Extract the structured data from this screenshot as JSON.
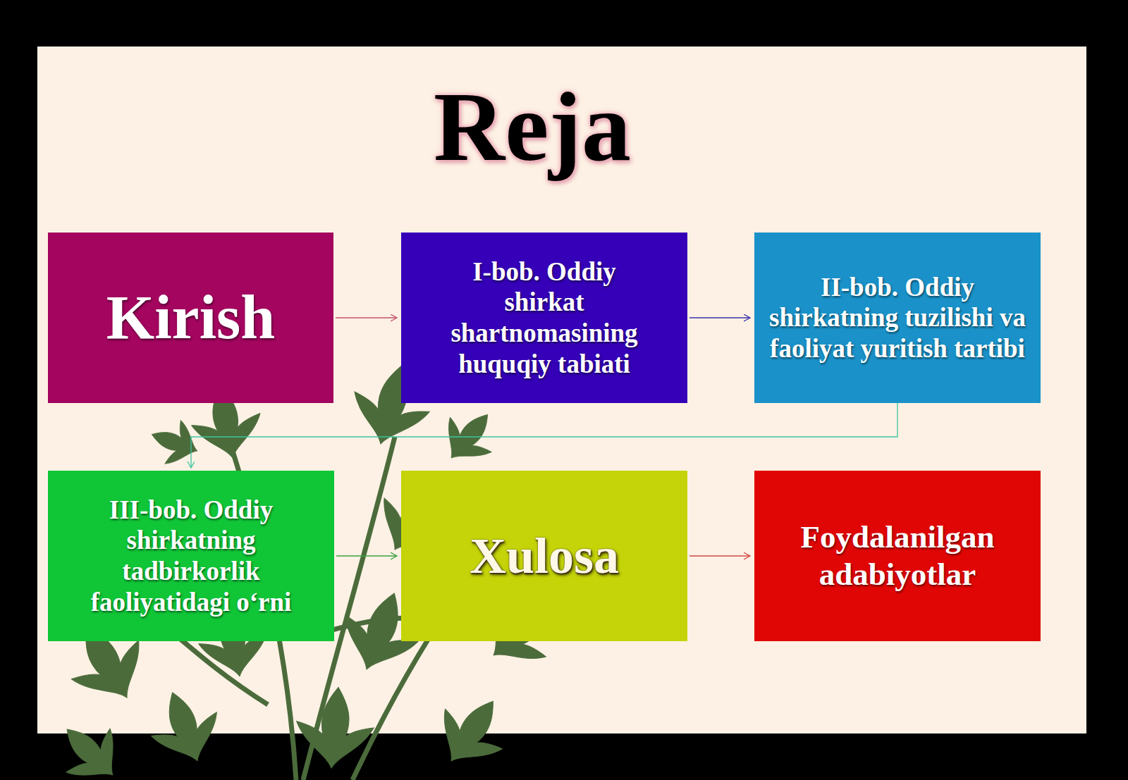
{
  "diagram": {
    "title": "Reja",
    "nodes": [
      {
        "text": [
          "Kirish"
        ]
      },
      {
        "text": [
          "I-bob. Oddiy shirkat shartnomasining huquqiy tabiati"
        ]
      },
      {
        "text": [
          "II-bob. Oddiy shirkatning tuzilishi va faoliyat yuritish tartibi"
        ]
      },
      {
        "text": [
          "III-bob. Oddiy shirkatning tadbirkorlik faoliyatidagi o‘rni"
        ]
      },
      {
        "text": [
          "Xulosa"
        ]
      },
      {
        "text": [
          "Foydalanilgan adabiyotlar"
        ]
      }
    ],
    "edges": [
      {
        "from": 0,
        "to": 1,
        "arrow": "to"
      },
      {
        "from": 1,
        "to": 2,
        "arrow": "to"
      },
      {
        "from": 2,
        "to": 3,
        "arrow": "to"
      },
      {
        "from": 3,
        "to": 4,
        "arrow": "to"
      },
      {
        "from": 4,
        "to": 5,
        "arrow": "to"
      }
    ]
  }
}
